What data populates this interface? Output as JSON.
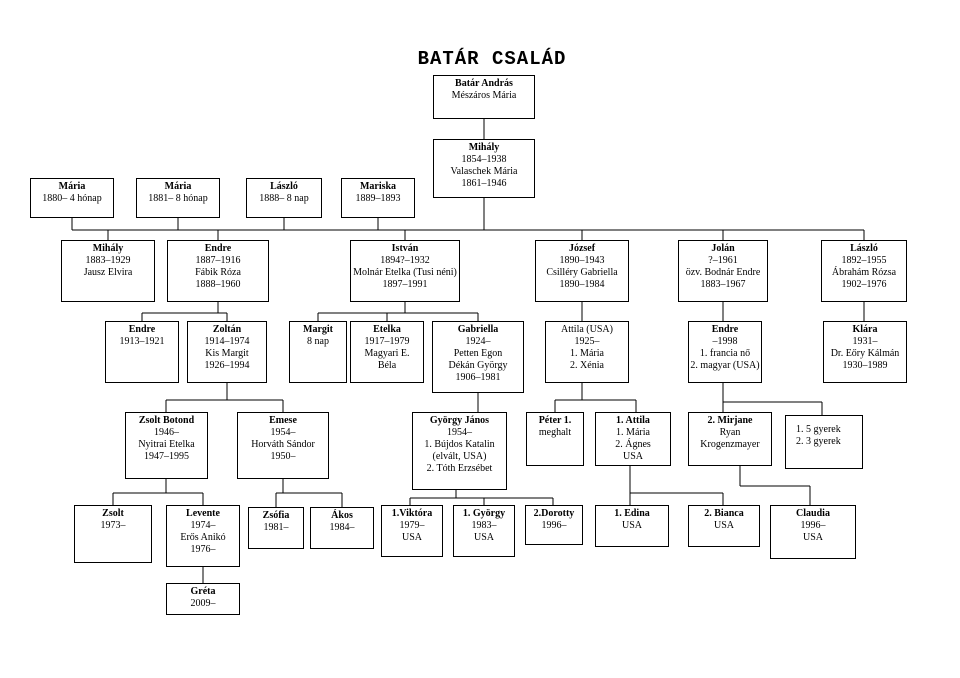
{
  "title": "BATÁR CSALÁD",
  "boxes": {
    "root": {
      "lines": [
        {
          "t": "Batár András",
          "b": true
        },
        {
          "t": "Mészáros Mária"
        }
      ]
    },
    "mihaly": {
      "lines": [
        {
          "t": "Mihály",
          "b": true
        },
        {
          "t": "1854–1938"
        },
        {
          "t": "Valaschek Mária"
        },
        {
          "t": "1861–1946"
        }
      ]
    },
    "maria1": {
      "lines": [
        {
          "t": "Mária",
          "b": true
        },
        {
          "t": "1880– 4 hónap"
        }
      ]
    },
    "maria2": {
      "lines": [
        {
          "t": "Mária",
          "b": true
        },
        {
          "t": "1881– 8 hónap"
        }
      ]
    },
    "laszlo1": {
      "lines": [
        {
          "t": "László",
          "b": true
        },
        {
          "t": "1888– 8 nap"
        }
      ]
    },
    "mariska": {
      "lines": [
        {
          "t": "Mariska",
          "b": true
        },
        {
          "t": "1889–1893"
        }
      ]
    },
    "mihaly2": {
      "lines": [
        {
          "t": "Mihály",
          "b": true
        },
        {
          "t": "1883–1929"
        },
        {
          "t": "Jausz Elvira"
        }
      ]
    },
    "endre1": {
      "lines": [
        {
          "t": "Endre",
          "b": true
        },
        {
          "t": "1887–1916"
        },
        {
          "t": "Fábik Róza"
        },
        {
          "t": "1888–1960"
        }
      ]
    },
    "istvan": {
      "lines": [
        {
          "t": "István",
          "b": true
        },
        {
          "t": "1894?–1932"
        },
        {
          "t": "Molnár Etelka (Tusi néni)"
        },
        {
          "t": "1897–1991"
        }
      ]
    },
    "jozsef": {
      "lines": [
        {
          "t": "József",
          "b": true
        },
        {
          "t": "1890–1943"
        },
        {
          "t": "Csilléry Gabriella"
        },
        {
          "t": "1890–1984"
        }
      ]
    },
    "jolan": {
      "lines": [
        {
          "t": "Jolán",
          "b": true
        },
        {
          "t": "?–1961"
        },
        {
          "t": "özv. Bodnár Endre"
        },
        {
          "t": "1883–1967"
        }
      ]
    },
    "laszlo2": {
      "lines": [
        {
          "t": "László",
          "b": true
        },
        {
          "t": "1892–1955"
        },
        {
          "t": "Ábrahám Rózsa"
        },
        {
          "t": "1902–1976"
        }
      ]
    },
    "endre2": {
      "lines": [
        {
          "t": "Endre",
          "b": true
        },
        {
          "t": "1913–1921"
        }
      ]
    },
    "zoltan": {
      "lines": [
        {
          "t": "Zoltán",
          "b": true
        },
        {
          "t": "1914–1974"
        },
        {
          "t": "Kis Margit"
        },
        {
          "t": "1926–1994"
        }
      ]
    },
    "margit": {
      "lines": [
        {
          "t": "Margit",
          "b": true
        },
        {
          "t": "8 nap"
        }
      ]
    },
    "etelka": {
      "lines": [
        {
          "t": "Etelka",
          "b": true
        },
        {
          "t": "1917–1979"
        },
        {
          "t": "Magyari E."
        },
        {
          "t": "Béla"
        }
      ]
    },
    "gabriella": {
      "lines": [
        {
          "t": "Gabriella",
          "b": true
        },
        {
          "t": "1924–"
        },
        {
          "t": "Petten Egon"
        },
        {
          "t": "Dékán György"
        },
        {
          "t": "1906–1981"
        }
      ]
    },
    "attila1": {
      "lines": [
        {
          "t": "Attila (USA)",
          "b": false
        },
        {
          "t": "1925–"
        },
        {
          "t": "1. Mária"
        },
        {
          "t": "2. Xénia"
        }
      ]
    },
    "endre3": {
      "lines": [
        {
          "t": "Endre",
          "b": true
        },
        {
          "t": "–1998"
        },
        {
          "t": "1. francia nő"
        },
        {
          "t": "2. magyar (USA)"
        }
      ]
    },
    "klara": {
      "lines": [
        {
          "t": "Klára",
          "b": true
        },
        {
          "t": "1931–"
        },
        {
          "t": "Dr. Eőry Kálmán"
        },
        {
          "t": "1930–1989"
        }
      ]
    },
    "zsolt_botond": {
      "lines": [
        {
          "t": "Zsolt Botond",
          "b": true
        },
        {
          "t": "1946–"
        },
        {
          "t": "Nyitrai Etelka"
        },
        {
          "t": "1947–1995"
        }
      ]
    },
    "emese": {
      "lines": [
        {
          "t": "Emese",
          "b": true
        },
        {
          "t": "1954–"
        },
        {
          "t": "Horváth Sándor"
        },
        {
          "t": "1950–"
        }
      ]
    },
    "gyorgy_janos": {
      "lines": [
        {
          "t": "György János",
          "b": true
        },
        {
          "t": "1954–"
        },
        {
          "t": "1. Bújdos Katalin"
        },
        {
          "t": "(elvált, USA)"
        },
        {
          "t": "2. Tóth Erzsébet"
        }
      ]
    },
    "peter": {
      "lines": [
        {
          "t": "Péter 1.",
          "b": true
        },
        {
          "t": "meghalt"
        }
      ]
    },
    "attila2": {
      "lines": [
        {
          "t": "1. Attila",
          "b": true
        },
        {
          "t": "1. Mária"
        },
        {
          "t": "2. Ágnes"
        },
        {
          "t": "USA"
        }
      ]
    },
    "mirjane": {
      "lines": [
        {
          "t": "2. Mirjane",
          "b": true
        },
        {
          "t": "Ryan"
        },
        {
          "t": "Krogenzmayer"
        }
      ]
    },
    "gyerekek": {
      "lines": [
        {
          "t": "1.  5 gyerek"
        },
        {
          "t": "2.  3 gyerek"
        }
      ]
    },
    "zsolt": {
      "lines": [
        {
          "t": "Zsolt",
          "b": true
        },
        {
          "t": "1973–"
        }
      ]
    },
    "levente": {
      "lines": [
        {
          "t": "Levente",
          "b": true
        },
        {
          "t": "1974–"
        },
        {
          "t": "Erős Anikó"
        },
        {
          "t": "1976–"
        }
      ]
    },
    "zsofia": {
      "lines": [
        {
          "t": "Zsófia",
          "b": true
        },
        {
          "t": "1981–"
        }
      ]
    },
    "akos": {
      "lines": [
        {
          "t": "Ákos",
          "b": true
        },
        {
          "t": "1984–"
        }
      ]
    },
    "viktora": {
      "lines": [
        {
          "t": "1.Viktóra",
          "b": true
        },
        {
          "t": "1979–"
        },
        {
          "t": "USA"
        }
      ]
    },
    "gyorgy2": {
      "lines": [
        {
          "t": "1. György",
          "b": true
        },
        {
          "t": "1983–"
        },
        {
          "t": "USA"
        }
      ]
    },
    "dorotty": {
      "lines": [
        {
          "t": "2.Dorotty",
          "b": true
        },
        {
          "t": "1996–"
        }
      ]
    },
    "edina": {
      "lines": [
        {
          "t": "1. Edina",
          "b": true
        },
        {
          "t": "USA"
        }
      ]
    },
    "bianca": {
      "lines": [
        {
          "t": "2. Bianca",
          "b": true
        },
        {
          "t": "USA"
        }
      ]
    },
    "claudia": {
      "lines": [
        {
          "t": "Claudia",
          "b": true
        },
        {
          "t": "1996–"
        },
        {
          "t": "USA"
        }
      ]
    },
    "greta": {
      "lines": [
        {
          "t": "Gréta",
          "b": true
        },
        {
          "t": "2009–"
        }
      ]
    }
  }
}
